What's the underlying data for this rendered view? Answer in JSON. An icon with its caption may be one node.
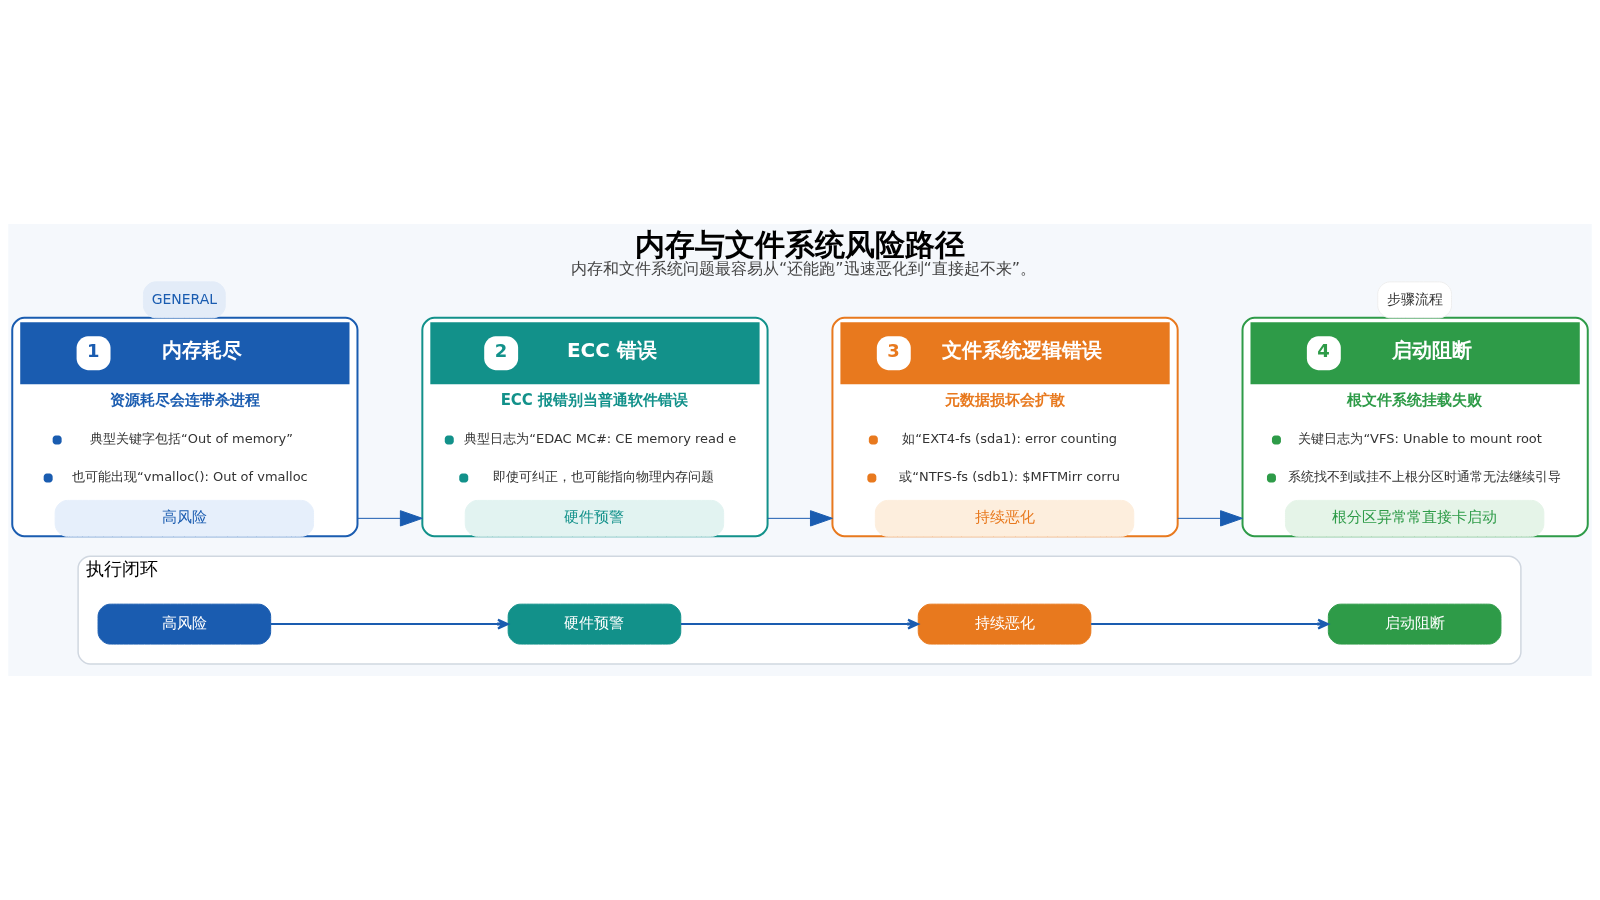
{
  "diagram": {
    "title": "内存与文件系统风险路径",
    "caption": "内存和文件系统问题最容易从“还能跑”迅速恶化到“直接起不来”。",
    "nodes": [
      {
        "text": [
          "1",
          "内存耗尽",
          "资源耗尽会连带杀进程",
          "典型关键字包括“Out of memory”",
          "也可能出现“vmalloc(): Out of vmalloc"
        ]
      },
      {
        "text": [
          "高风险"
        ],
        "in": 0
      },
      {
        "text": [
          "2",
          "ECC 错误",
          "ECC 报错别当普通软件错误",
          "典型日志为“EDAC MC#: CE memory read e",
          "即使可纠正，也可能指向物理内存问题"
        ]
      },
      {
        "text": [
          "硬件预警"
        ],
        "in": 2
      },
      {
        "text": [
          "3",
          "文件系统逻辑错误",
          "元数据损坏会扩散",
          "如“EXT4-fs (sda1): error counting",
          "或“NTFS-fs (sdb1): $MFTMirr corru"
        ]
      },
      {
        "text": [
          "持续恶化"
        ],
        "in": 4
      },
      {
        "text": [
          "4",
          "启动阻断",
          "根文件系统挂载失败",
          "关键日志为“VFS: Unable to mount root",
          "系统找不到或挂不上根分区时通常无法继续引导"
        ]
      },
      {
        "text": [
          "根分区异常常直接卡启动"
        ],
        "in": 6
      },
      {
        "text": [
          "执行闭环"
        ]
      },
      {
        "text": [
          "高风险"
        ],
        "in": 8
      },
      {
        "text": [
          "硬件预警"
        ],
        "in": 8
      },
      {
        "text": [
          "持续恶化"
        ],
        "in": 8
      },
      {
        "text": [
          "启动阻断"
        ],
        "in": 8
      }
    ],
    "edges": [
      {
        "from": 0,
        "to": 2,
        "arrow": "to"
      },
      {
        "from": 2,
        "to": 4,
        "arrow": "to"
      },
      {
        "from": 4,
        "to": 6,
        "arrow": "to"
      },
      {
        "from": 9,
        "to": 10,
        "arrow": "to"
      },
      {
        "from": 10,
        "to": 11,
        "arrow": "to"
      },
      {
        "from": 11,
        "to": 12,
        "arrow": "to"
      }
    ],
    "labels": [
      "GENERAL",
      "步骤流程"
    ]
  }
}
